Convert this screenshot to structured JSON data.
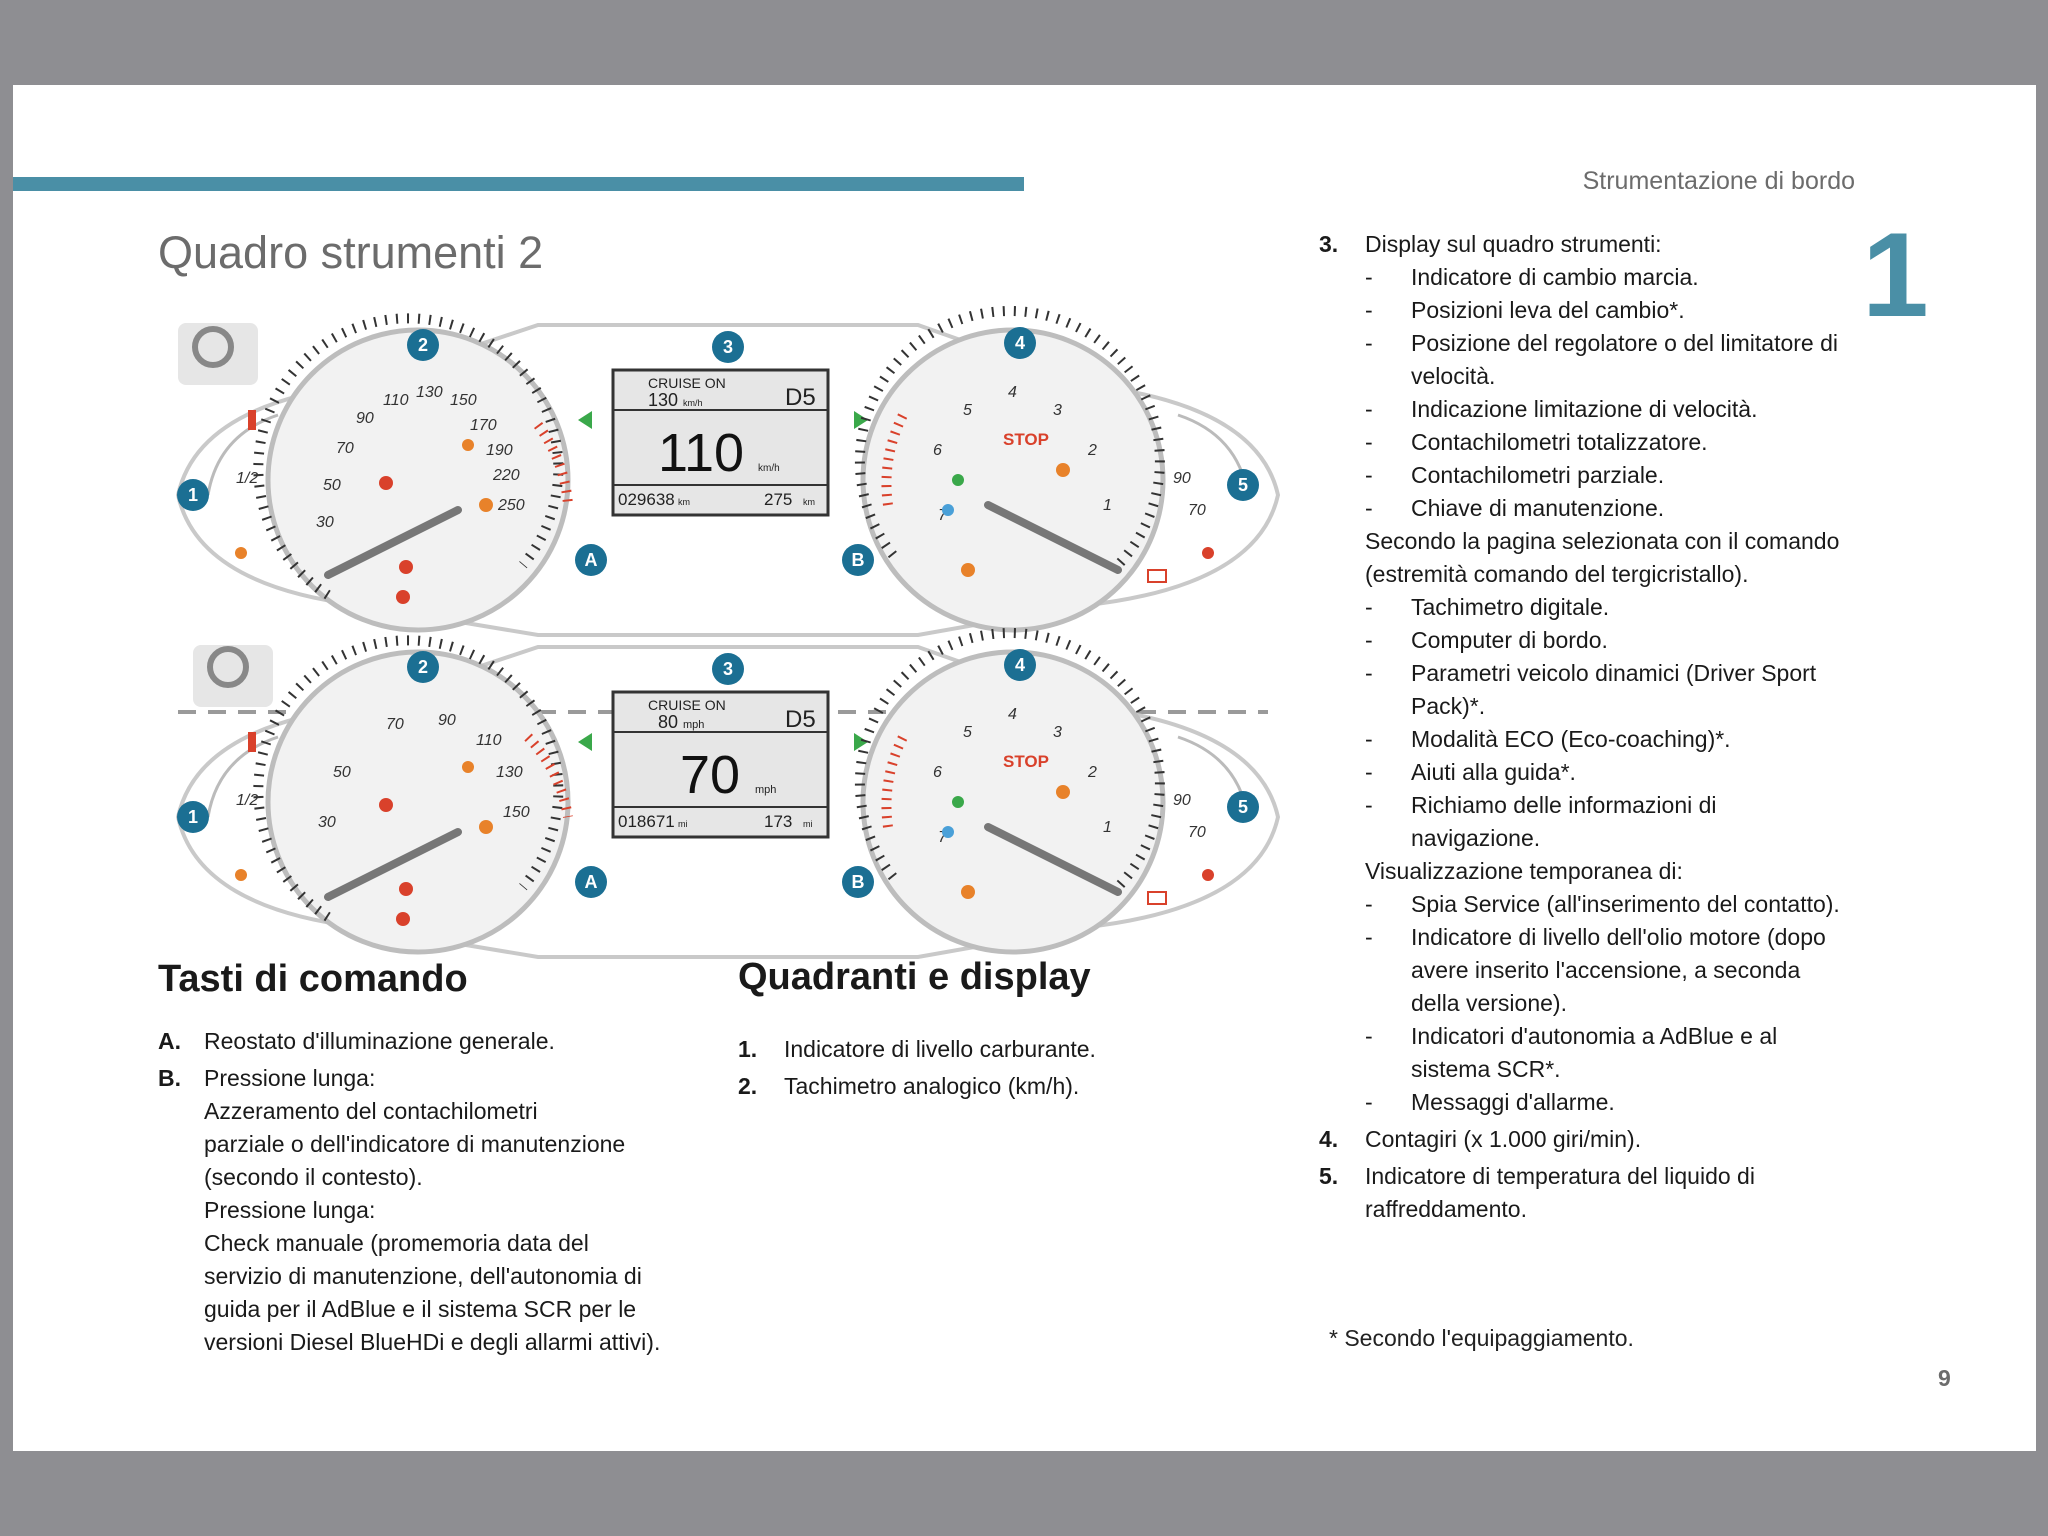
{
  "header": {
    "running_head": "Strumentazione di bordo",
    "chapter_number": "1",
    "page_title": "Quadro strumenti 2",
    "page_number": "9"
  },
  "colors": {
    "accent": "#4a8fa6",
    "callout": "#1b6f93",
    "warning_red": "#d9412b",
    "warning_orange": "#e8822a",
    "arrow_green": "#3aa84a"
  },
  "figure": {
    "clusters": [
      {
        "speed_ticks": [
          "30",
          "50",
          "70",
          "90",
          "110",
          "130",
          "150",
          "170",
          "190",
          "220",
          "250"
        ],
        "fuel_label": "1/2",
        "cruise": "CRUISE ON",
        "cruise_speed": "130",
        "cruise_unit": "km/h",
        "gear": "D5",
        "speed": "110",
        "speed_unit": "km/h",
        "odometer": "029638",
        "odometer_unit": "km",
        "service_distance": "275",
        "service_unit": "km",
        "rpm_ticks": [
          "7",
          "6",
          "5",
          "4",
          "3",
          "2",
          "1"
        ],
        "stop_label": "STOP",
        "temp_ticks": [
          "90",
          "70"
        ]
      },
      {
        "speed_ticks": [
          "30",
          "50",
          "70",
          "90",
          "110",
          "130",
          "150"
        ],
        "fuel_label": "1/2",
        "cruise": "CRUISE ON",
        "cruise_speed": "80",
        "cruise_unit": "mph",
        "gear": "D5",
        "speed": "70",
        "speed_unit": "mph",
        "odometer": "018671",
        "odometer_unit": "mi",
        "service_distance": "173",
        "service_unit": "mi",
        "rpm_ticks": [
          "7",
          "6",
          "5",
          "4",
          "3",
          "2",
          "1"
        ],
        "stop_label": "STOP",
        "temp_ticks": [
          "90",
          "70"
        ]
      }
    ],
    "callouts": [
      "1",
      "2",
      "3",
      "4",
      "5",
      "A",
      "B"
    ]
  },
  "controls": {
    "heading": "Tasti di comando",
    "items": [
      {
        "key": "A.",
        "lines": [
          "Reostato d'illuminazione generale."
        ]
      },
      {
        "key": "B.",
        "lines": [
          "Pressione lunga:",
          "Azzeramento del contachilometri",
          "parziale o dell'indicatore di manutenzione",
          "(secondo il contesto).",
          "Pressione lunga:",
          "Check manuale (promemoria data del",
          "servizio di manutenzione, dell'autonomia di",
          "guida per il AdBlue e il sistema SCR per le",
          "versioni Diesel BlueHDi e degli allarmi attivi)."
        ]
      }
    ]
  },
  "dials": {
    "heading": "Quadranti e display",
    "items": [
      {
        "key": "1.",
        "text": "Indicatore di livello carburante."
      },
      {
        "key": "2.",
        "text": "Tachimetro analogico (km/h)."
      }
    ]
  },
  "display": {
    "item3_key": "3.",
    "item3_text": "Display sul quadro strumenti:",
    "list_a": [
      "Indicatore di cambio marcia.",
      "Posizioni leva del cambio*.",
      "Posizione del regolatore o del limitatore di velocità.",
      "Indicazione limitazione di velocità.",
      "Contachilometri totalizzatore.",
      "Contachilometri parziale.",
      "Chiave di manutenzione."
    ],
    "para1": "Secondo la pagina selezionata con il comando (estremità comando del tergicristallo).",
    "list_b": [
      "Tachimetro digitale.",
      "Computer di bordo.",
      "Parametri veicolo dinamici (Driver Sport Pack)*.",
      "Modalità ECO (Eco-coaching)*.",
      "Aiuti alla guida*.",
      "Richiamo delle informazioni di navigazione."
    ],
    "para2": "Visualizzazione temporanea di:",
    "list_c": [
      "Spia Service (all'inserimento del contatto).",
      "Indicatore di livello dell'olio motore (dopo avere inserito l'accensione, a seconda della versione).",
      "Indicatori d'autonomia a AdBlue e al sistema SCR*.",
      "Messaggi d'allarme."
    ],
    "item4_key": "4.",
    "item4_text": "Contagiri (x 1.000 giri/min).",
    "item5_key": "5.",
    "item5_text": "Indicatore di temperatura del liquido di raffreddamento.",
    "footnote": "*  Secondo l'equipaggiamento.",
    "dash": "-"
  }
}
